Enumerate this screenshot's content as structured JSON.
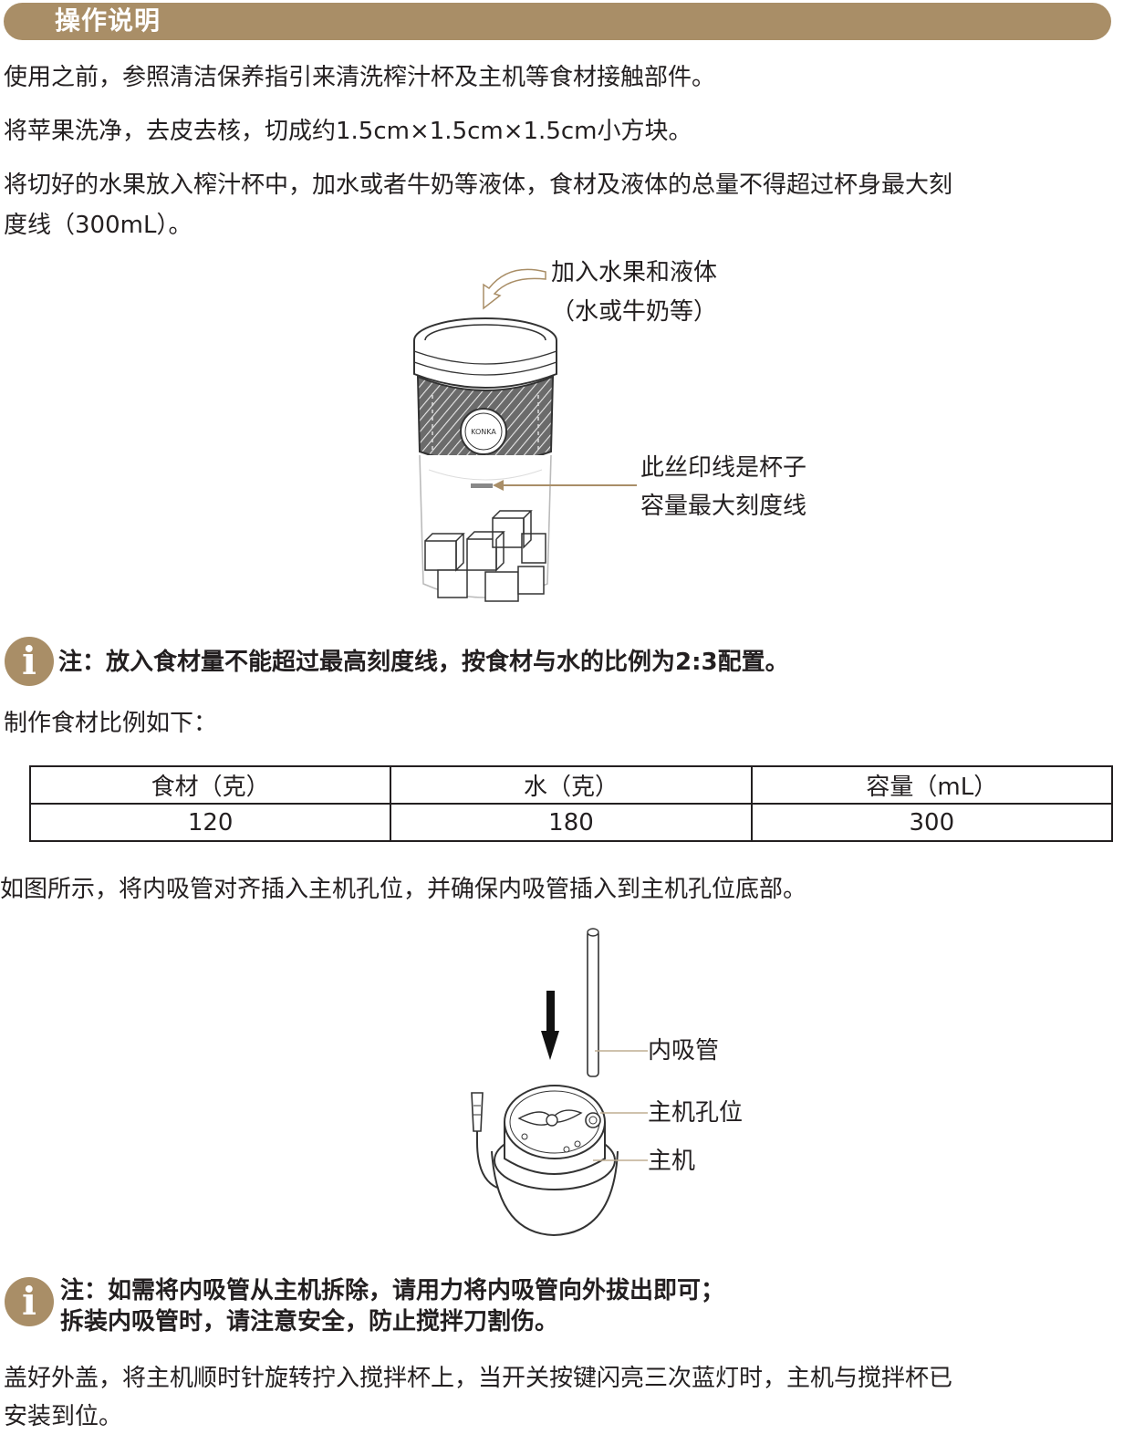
{
  "header": {
    "title": "操作说明"
  },
  "paragraphs": {
    "p1": "使用之前，参照清洁保养指引来清洗榨汁杯及主机等食材接触部件。",
    "p2": "将苹果洗净，去皮去核，切成约1.5cm×1.5cm×1.5cm小方块。",
    "p3_line1": "将切好的水果放入榨汁杯中，加水或者牛奶等液体，食材及液体的总量不得超过杯身最大刻",
    "p3_line2": "度线（300mL）。",
    "ratio_intro": "制作食材比例如下：",
    "straw_intro": "如图所示，将内吸管对齐插入主机孔位，并确保内吸管插入到主机孔位底部。",
    "final_line1": "盖好外盖，将主机顺时针旋转拧入搅拌杯上，当开关按键闪亮三次蓝灯时，主机与搅拌杯已",
    "final_line2": "安装到位。"
  },
  "figure1": {
    "label_add_line1": "加入水果和液体",
    "label_add_line2": "（水或牛奶等）",
    "label_max_line1": "此丝印线是杯子",
    "label_max_line2": "容量最大刻度线",
    "brand_mark": "KONKA"
  },
  "note1": {
    "icon": "i",
    "text": "注：放入食材量不能超过最高刻度线，按食材与水的比例为2:3配置。"
  },
  "table": {
    "headers": [
      "食材（克）",
      "水（克）",
      "容量（mL）"
    ],
    "rows": [
      [
        "120",
        "180",
        "300"
      ]
    ]
  },
  "figure2": {
    "label_straw": "内吸管",
    "label_hole": "主机孔位",
    "label_host": "主机"
  },
  "note2": {
    "icon": "i",
    "line1": "注：如需将内吸管从主机拆除，请用力将内吸管向外拔出即可；",
    "line2": "拆装内吸管时，请注意安全，防止搅拌刀割伤。"
  },
  "colors": {
    "accent": "#a98e67",
    "text": "#231f20"
  }
}
